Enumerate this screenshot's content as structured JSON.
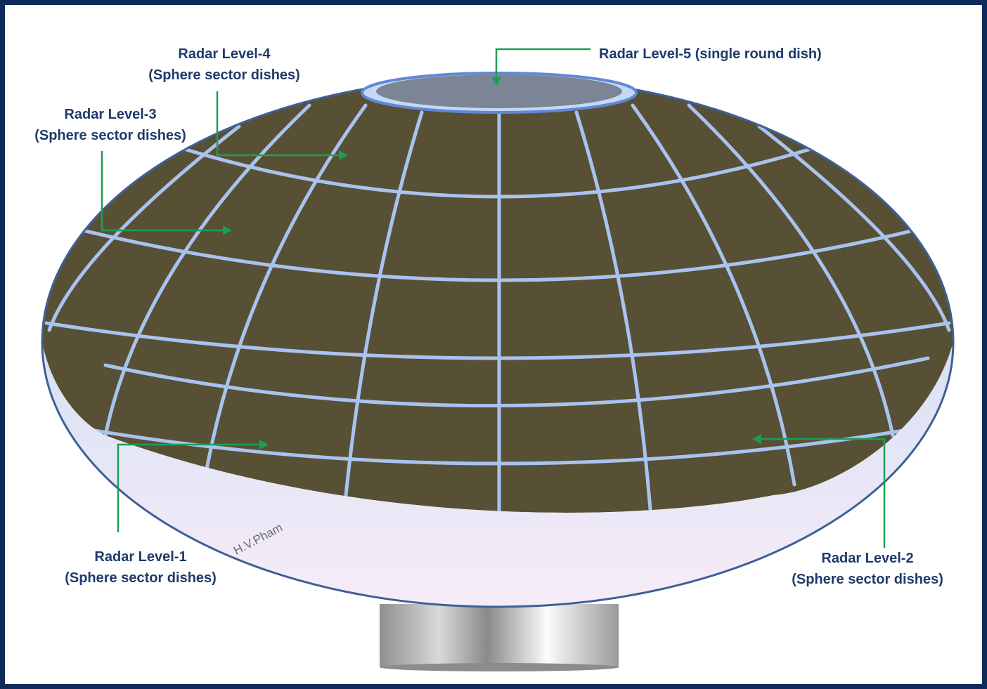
{
  "labels": {
    "level4": {
      "title": "Radar Level-4",
      "subtitle": "(Sphere sector dishes)"
    },
    "level5": {
      "title": "Radar Level-5 (single round dish)"
    },
    "level3": {
      "title": "Radar Level-3",
      "subtitle": "(Sphere sector dishes)"
    },
    "level1": {
      "title": "Radar Level-1",
      "subtitle": "(Sphere sector dishes)"
    },
    "level2": {
      "title": "Radar Level-2",
      "subtitle": "(Sphere sector dishes)"
    }
  },
  "signature": "H.V.Pham",
  "colors": {
    "frame": "#102a5c",
    "label_text": "#1f3a6b",
    "arrow": "#1e9e55",
    "dome_panels": "#585034",
    "panel_seams": "#a9c3f0",
    "lower_shell": "#e6ecf8",
    "top_dish": "#7c8596",
    "pedestal": "#a9a9a9"
  }
}
